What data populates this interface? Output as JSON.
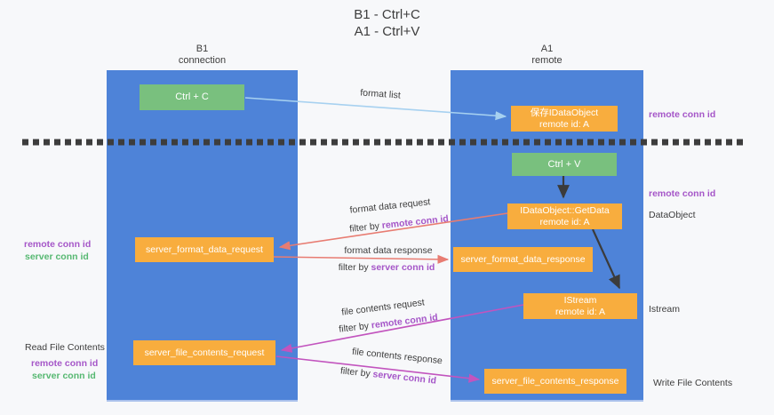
{
  "title": {
    "line1": "B1 - Ctrl+C",
    "line2": "A1 - Ctrl+V"
  },
  "colors": {
    "lane_blue": "#4e83d8",
    "box_green": "#79c07e",
    "box_orange": "#f8ad3e",
    "arrow_lightblue": "#a7d1f0",
    "arrow_salmon": "#e87c72",
    "arrow_magenta": "#c254be",
    "arrow_black": "#3b3b3b",
    "text_purple": "#a556c8",
    "text_green": "#56b871"
  },
  "lanes": {
    "left": {
      "title": "B1",
      "subtitle": "connection"
    },
    "right": {
      "title": "A1",
      "subtitle": "remote"
    }
  },
  "nodes": {
    "ctrl_c": {
      "label": "Ctrl + C"
    },
    "ctrl_v": {
      "label": "Ctrl + V"
    },
    "store_dataobject": {
      "line1": "保存IDataObject",
      "line2": "remote id: A"
    },
    "getdata": {
      "line1": "IDataObject::GetData",
      "line2": "remote id: A"
    },
    "istream": {
      "line1": "IStream",
      "line2": "remote id: A"
    },
    "format_request": {
      "label": "server_format_data_request"
    },
    "format_response": {
      "label": "server_format_data_response"
    },
    "file_request": {
      "label": "server_file_contents_request"
    },
    "file_response": {
      "label": "server_file_contents_response"
    }
  },
  "arrow_labels": {
    "format_list": "format list",
    "format_data_request": {
      "text": "format data request",
      "filter_prefix": "filter by ",
      "filter_key": "remote conn id"
    },
    "format_data_response": {
      "text": "format data response",
      "filter_prefix": "filter by ",
      "filter_key": "server conn id"
    },
    "file_contents_request": {
      "text": "file contents request",
      "filter_prefix": "filter by ",
      "filter_key": "remote conn id"
    },
    "file_contents_response": {
      "text": "file contents response",
      "filter_prefix": "filter by ",
      "filter_key": "server conn id"
    }
  },
  "annotations": {
    "right_remote_conn_top": "remote conn id",
    "right_remote_conn_mid": "remote conn id",
    "dataobject": "DataObject",
    "istream": "Istream",
    "write_file": "Write File Contents",
    "left_remote_conn_mid": "remote conn id",
    "left_server_conn_mid": "server conn id",
    "read_file": "Read File Contents",
    "left_remote_conn_bottom": "remote conn id",
    "left_server_conn_bottom": "server conn id"
  }
}
